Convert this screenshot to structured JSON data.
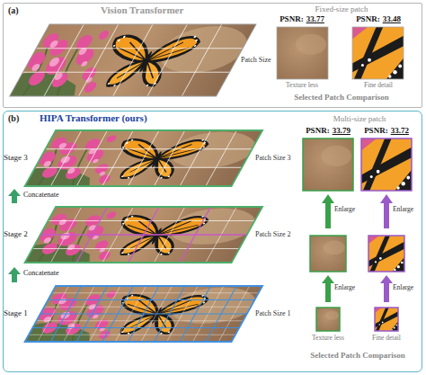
{
  "diagram": {
    "nodes": [
      {
        "text": [
          "(a)",
          "Vision Transformer"
        ]
      },
      {
        "text": [
          "(b)",
          "HIPA Transformer (ours)"
        ]
      }
    ],
    "labels": [
      "Patch Size",
      "Fixed-size patch",
      "PSNR:",
      "33.77",
      "PSNR:",
      "33.48",
      "Texture less",
      "Fine detail",
      "Selected Patch Comparison",
      "Stage 3",
      "Concatenate",
      "Stage 2",
      "Concatenate",
      "Stage 1",
      "Patch Size 3",
      "Patch Size 2",
      "Patch Size 1",
      "Multi-size patch",
      "PSNR:",
      "33.79",
      "PSNR:",
      "33.72",
      "Enlarge",
      "Enlarge",
      "Enlarge",
      "Enlarge",
      "Texture less",
      "Fine detail",
      "Selected Patch Comparison"
    ]
  }
}
